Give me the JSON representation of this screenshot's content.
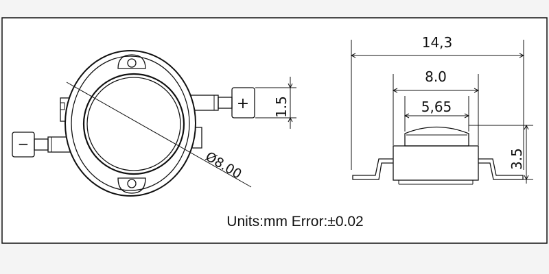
{
  "labels": {
    "units_note": "Units:mm  Error:±0.02",
    "diameter": "Ø8.00",
    "pad_width": "1.5",
    "plus": "+",
    "minus": "−",
    "total_width": "14,3",
    "lens_width": "8.0",
    "dome_width": "5,65",
    "height": "3.5"
  },
  "colors": {
    "background": "#f4f4f4",
    "frame_fill": "#ffffff",
    "ink": "#111111"
  }
}
